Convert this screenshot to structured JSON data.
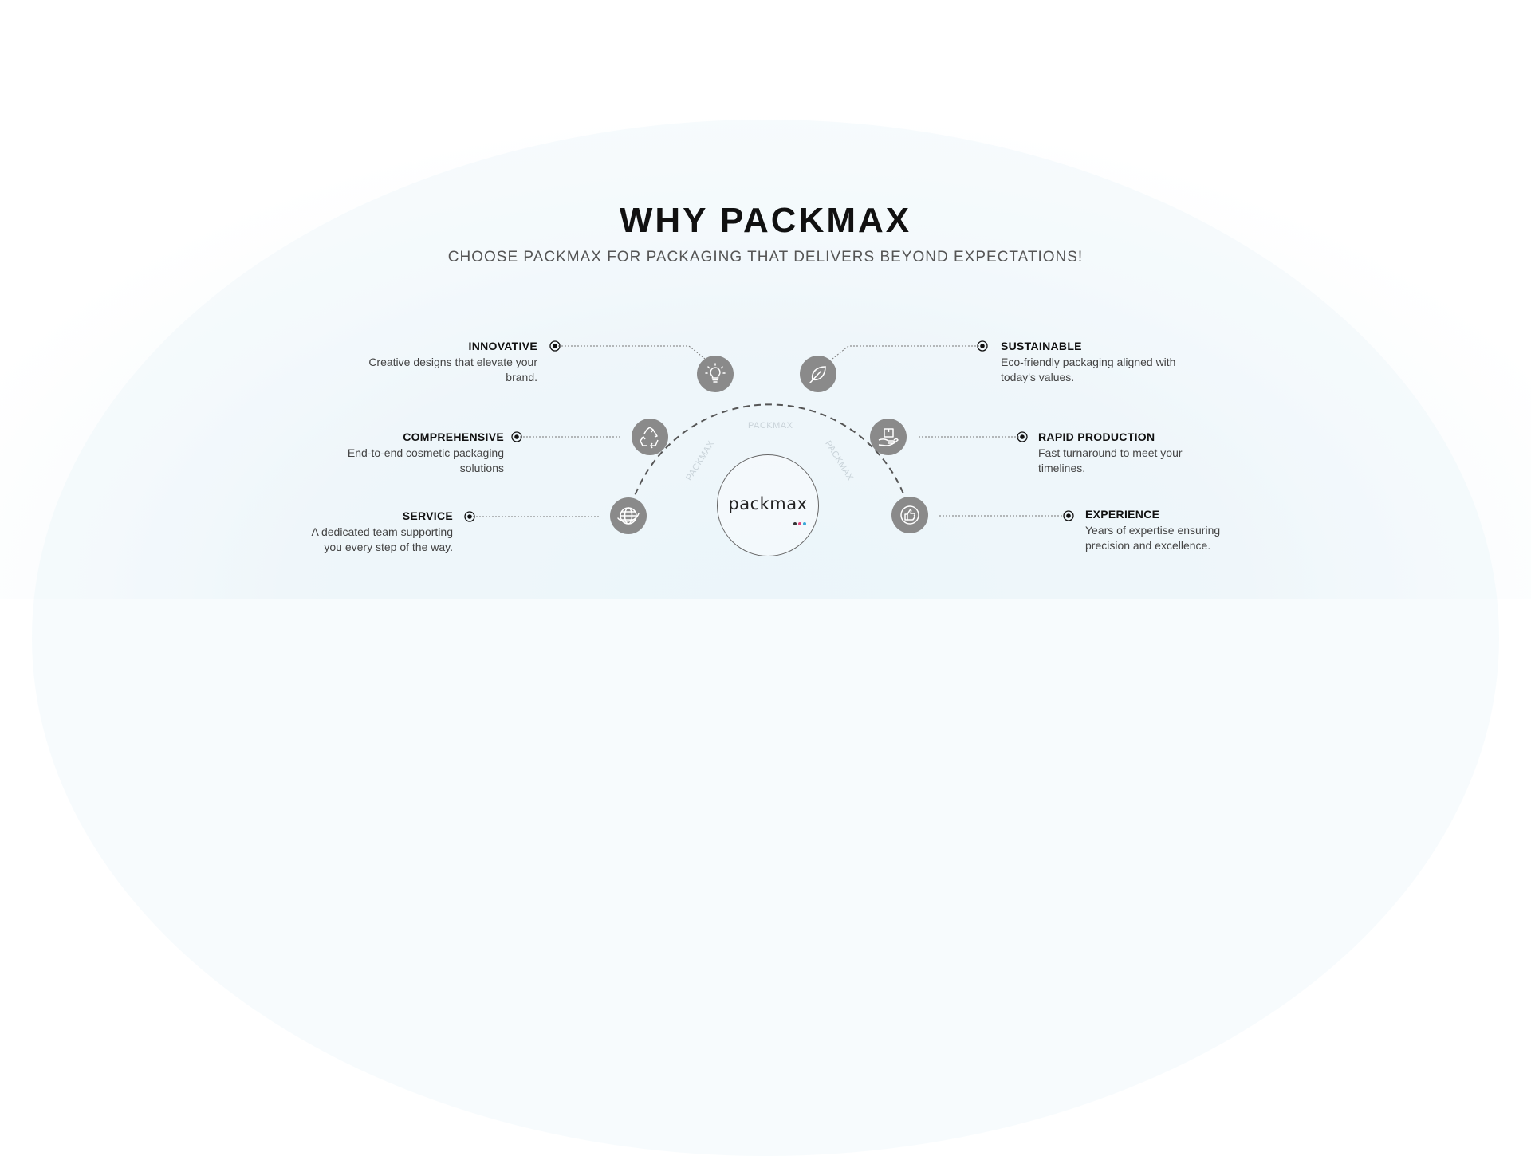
{
  "header": {
    "title": "WHY PACKMAX",
    "subtitle": "CHOOSE PACKMAX FOR PACKAGING THAT DELIVERS BEYOND EXPECTATIONS!"
  },
  "features": {
    "innovative": {
      "title": "INNOVATIVE",
      "desc": "Creative designs that elevate your brand.",
      "icon": "lightbulb-icon"
    },
    "comprehensive": {
      "title": "COMPREHENSIVE",
      "desc": "End-to-end cosmetic packaging solutions",
      "icon": "recycle-icon"
    },
    "service": {
      "title": "SERVICE",
      "desc": "A dedicated team supporting you every step of the way.",
      "icon": "globe-icon"
    },
    "sustainable": {
      "title": "SUSTAINABLE",
      "desc": "Eco-friendly packaging aligned with today's values.",
      "icon": "leaf-icon"
    },
    "rapid": {
      "title": "RAPID PRODUCTION",
      "desc": "Fast turnaround to meet your timelines.",
      "icon": "box-in-hand-icon"
    },
    "experience": {
      "title": "EXPERIENCE",
      "desc": "Years of expertise ensuring precision and excellence.",
      "icon": "thumbs-up-icon"
    }
  },
  "watermark": "PACKMAX",
  "logo": {
    "text": "packmax"
  },
  "colors": {
    "icon_bg": "#8a8a8a",
    "title": "#111111",
    "dot_red": "#e0457b",
    "dot_blue": "#3aa7d8",
    "dot_dark": "#333333"
  }
}
